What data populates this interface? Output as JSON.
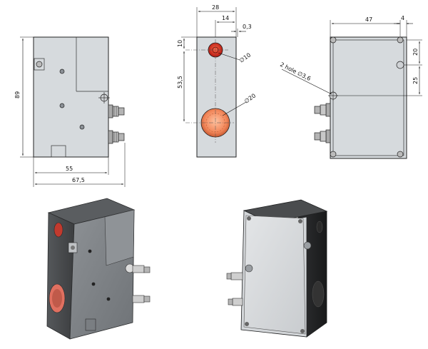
{
  "dimensions": {
    "front_height": "89",
    "front_width_body": "55",
    "front_width_total": "67,5",
    "side_width": "28",
    "side_offset_14": "14",
    "side_offset_03": "0,3",
    "side_vert_10": "10",
    "side_vert_535": "53,5",
    "side_dia_10": "∅10",
    "side_dia_20": "∅20",
    "back_width_47": "47",
    "back_width_4": "4",
    "back_vert_20": "20",
    "back_vert_25": "25",
    "back_hole_note": "2 hole ∅3,6"
  },
  "colors": {
    "body_fill": "#d6dadd",
    "port_small": "#d42a1e",
    "port_large": "#f08a5a",
    "render_dark": "#3a3b3d",
    "render_face": "#9a9ea2"
  },
  "icons": [
    "connector-icon",
    "screw-icon",
    "port-icon"
  ]
}
